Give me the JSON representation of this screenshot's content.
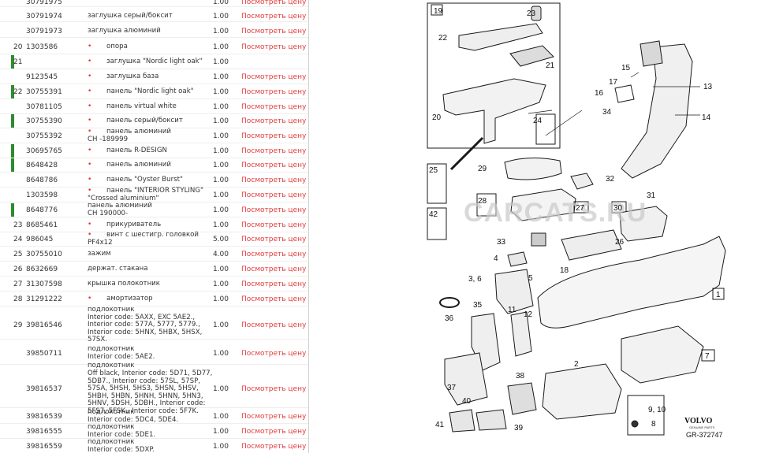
{
  "price_label": "Посмотреть цену",
  "rows": [
    {
      "pos": "",
      "part": "30791975",
      "lines": [
        {
          "t": "",
          "b": false
        }
      ],
      "qty": "1.00",
      "price": true,
      "marker": false
    },
    {
      "pos": "",
      "part": "30791974",
      "lines": [
        {
          "t": "заглушка серый/боксит",
          "b": false
        }
      ],
      "qty": "1.00",
      "price": true,
      "marker": false
    },
    {
      "pos": "",
      "part": "30791973",
      "lines": [
        {
          "t": "заглушка алюминий",
          "b": false
        }
      ],
      "qty": "1.00",
      "price": true,
      "marker": false
    },
    {
      "pos": "20",
      "part": "1303586",
      "lines": [
        {
          "t": "опора",
          "b": true
        }
      ],
      "qty": "1.00",
      "price": true,
      "marker": false
    },
    {
      "pos": "21",
      "part": "",
      "lines": [
        {
          "t": "заглушка \"Nordic light oak\"",
          "b": true
        }
      ],
      "qty": "1.00",
      "price": false,
      "marker": true
    },
    {
      "pos": "",
      "part": "9123545",
      "lines": [
        {
          "t": "заглушка база",
          "b": true
        }
      ],
      "qty": "1.00",
      "price": true,
      "marker": false
    },
    {
      "pos": "22",
      "part": "30755391",
      "lines": [
        {
          "t": "панель \"Nordic light oak\"",
          "b": true
        }
      ],
      "qty": "1.00",
      "price": true,
      "marker": true
    },
    {
      "pos": "",
      "part": "30781105",
      "lines": [
        {
          "t": "панель virtual white",
          "b": true
        }
      ],
      "qty": "1.00",
      "price": true,
      "marker": false
    },
    {
      "pos": "",
      "part": "30755390",
      "lines": [
        {
          "t": "панель серый/боксит",
          "b": true
        }
      ],
      "qty": "1.00",
      "price": true,
      "marker": true
    },
    {
      "pos": "",
      "part": "30755392",
      "lines": [
        {
          "t": "панель алюминий",
          "b": true
        },
        {
          "t": "CH -189999",
          "b": false
        }
      ],
      "qty": "1.00",
      "price": true,
      "marker": false
    },
    {
      "pos": "",
      "part": "30695765",
      "lines": [
        {
          "t": "панель R-DESIGN",
          "b": true
        }
      ],
      "qty": "1.00",
      "price": true,
      "marker": true
    },
    {
      "pos": "",
      "part": "8648428",
      "lines": [
        {
          "t": "панель алюминий",
          "b": true
        }
      ],
      "qty": "1.00",
      "price": true,
      "marker": true
    },
    {
      "pos": "",
      "part": "8648786",
      "lines": [
        {
          "t": "панель \"Oyster Burst\"",
          "b": true
        }
      ],
      "qty": "1.00",
      "price": true,
      "marker": false
    },
    {
      "pos": "",
      "part": "1303598",
      "lines": [
        {
          "t": "панель \"INTERIOR STYLING\"",
          "b": true
        },
        {
          "t": "\"Crossed aluminium\"",
          "b": false
        }
      ],
      "qty": "1.00",
      "price": true,
      "marker": false
    },
    {
      "pos": "",
      "part": "8648776",
      "lines": [
        {
          "t": "панель алюминий",
          "b": false
        },
        {
          "t": "CH 190000-",
          "b": false
        }
      ],
      "qty": "1.00",
      "price": true,
      "marker": true
    },
    {
      "pos": "23",
      "part": "8685461",
      "lines": [
        {
          "t": "прикуриватель",
          "b": true
        }
      ],
      "qty": "1.00",
      "price": true,
      "marker": false
    },
    {
      "pos": "24",
      "part": "986045",
      "lines": [
        {
          "t": "винт с шестигр. головкой",
          "b": true
        },
        {
          "t": "PF4x12",
          "b": false
        }
      ],
      "qty": "5.00",
      "price": true,
      "marker": false
    },
    {
      "pos": "25",
      "part": "30755010",
      "lines": [
        {
          "t": "зажим",
          "b": false
        }
      ],
      "qty": "4.00",
      "price": true,
      "marker": false
    },
    {
      "pos": "26",
      "part": "8632669",
      "lines": [
        {
          "t": "держат. стакана",
          "b": false
        }
      ],
      "qty": "1.00",
      "price": true,
      "marker": false
    },
    {
      "pos": "27",
      "part": "31307598",
      "lines": [
        {
          "t": "крышка полокотник",
          "b": false
        }
      ],
      "qty": "1.00",
      "price": true,
      "marker": false
    },
    {
      "pos": "28",
      "part": "31291222",
      "lines": [
        {
          "t": "амортизатор",
          "b": true
        }
      ],
      "qty": "1.00",
      "price": true,
      "marker": false
    },
    {
      "pos": "29",
      "part": "39816546",
      "lines": [
        {
          "t": "подлокотник",
          "b": false
        },
        {
          "t": "Interior code: 5AXX, EXC 5AE2.,",
          "b": false
        },
        {
          "t": "Interior code: 577A, 5777, 5779.,",
          "b": false
        },
        {
          "t": "Interior code: 5HNX, 5HBX, 5HSX,",
          "b": false
        },
        {
          "t": "57SX.",
          "b": false
        }
      ],
      "qty": "1.00",
      "price": true,
      "marker": false
    },
    {
      "pos": "",
      "part": "39850711",
      "lines": [
        {
          "t": "подлокотник",
          "b": false
        },
        {
          "t": "Interior code: 5AE2.",
          "b": false
        }
      ],
      "qty": "1.00",
      "price": true,
      "marker": false
    },
    {
      "pos": "",
      "part": "39816537",
      "lines": [
        {
          "t": "подлокотник",
          "b": false
        },
        {
          "t": "Off black, Interior code: 5D71, 5D77,",
          "b": false
        },
        {
          "t": "5DB7., Interior code: 57SL, 57SP,",
          "b": false
        },
        {
          "t": "57SA, 5HSH, 5HS3, 5HSN, 5HSV,",
          "b": false
        },
        {
          "t": "5HBH, 5HBN, 5HNH, 5HNN, 5HN3,",
          "b": false
        },
        {
          "t": "5HNV, 5DSH, 5DBH., Interior code:",
          "b": false
        },
        {
          "t": "5FS7, 5FSK., Interior code: 5F7K.",
          "b": false
        }
      ],
      "qty": "1.00",
      "price": true,
      "marker": false
    },
    {
      "pos": "",
      "part": "39816539",
      "lines": [
        {
          "t": "подлокотник",
          "b": false
        },
        {
          "t": "Interior code: 5DC4, 5DE4.",
          "b": false
        }
      ],
      "qty": "1.00",
      "price": true,
      "marker": false
    },
    {
      "pos": "",
      "part": "39816555",
      "lines": [
        {
          "t": "подлокотник",
          "b": false
        },
        {
          "t": "Interior code: 5DE1.",
          "b": false
        }
      ],
      "qty": "1.00",
      "price": true,
      "marker": false
    },
    {
      "pos": "",
      "part": "39816559",
      "lines": [
        {
          "t": "подлокотник",
          "b": false
        },
        {
          "t": "Interior code: 5DXP.",
          "b": false
        }
      ],
      "qty": "1.00",
      "price": true,
      "marker": false
    }
  ],
  "diagram": {
    "labels": [
      "19",
      "23",
      "22",
      "21",
      "20",
      "24",
      "25",
      "29",
      "32",
      "28",
      "27",
      "30",
      "31",
      "42",
      "33",
      "26",
      "4",
      "3, 6",
      "5",
      "18",
      "35",
      "36",
      "11",
      "12",
      "2",
      "7",
      "1",
      "15",
      "17",
      "16",
      "13",
      "34",
      "14",
      "37",
      "38",
      "40",
      "41",
      "39",
      "9, 10",
      "8"
    ],
    "watermark": "CARCATS.RU",
    "brand": "VOLVO",
    "brand_sub": "GENUINE PARTS",
    "code": "GR-372747"
  }
}
